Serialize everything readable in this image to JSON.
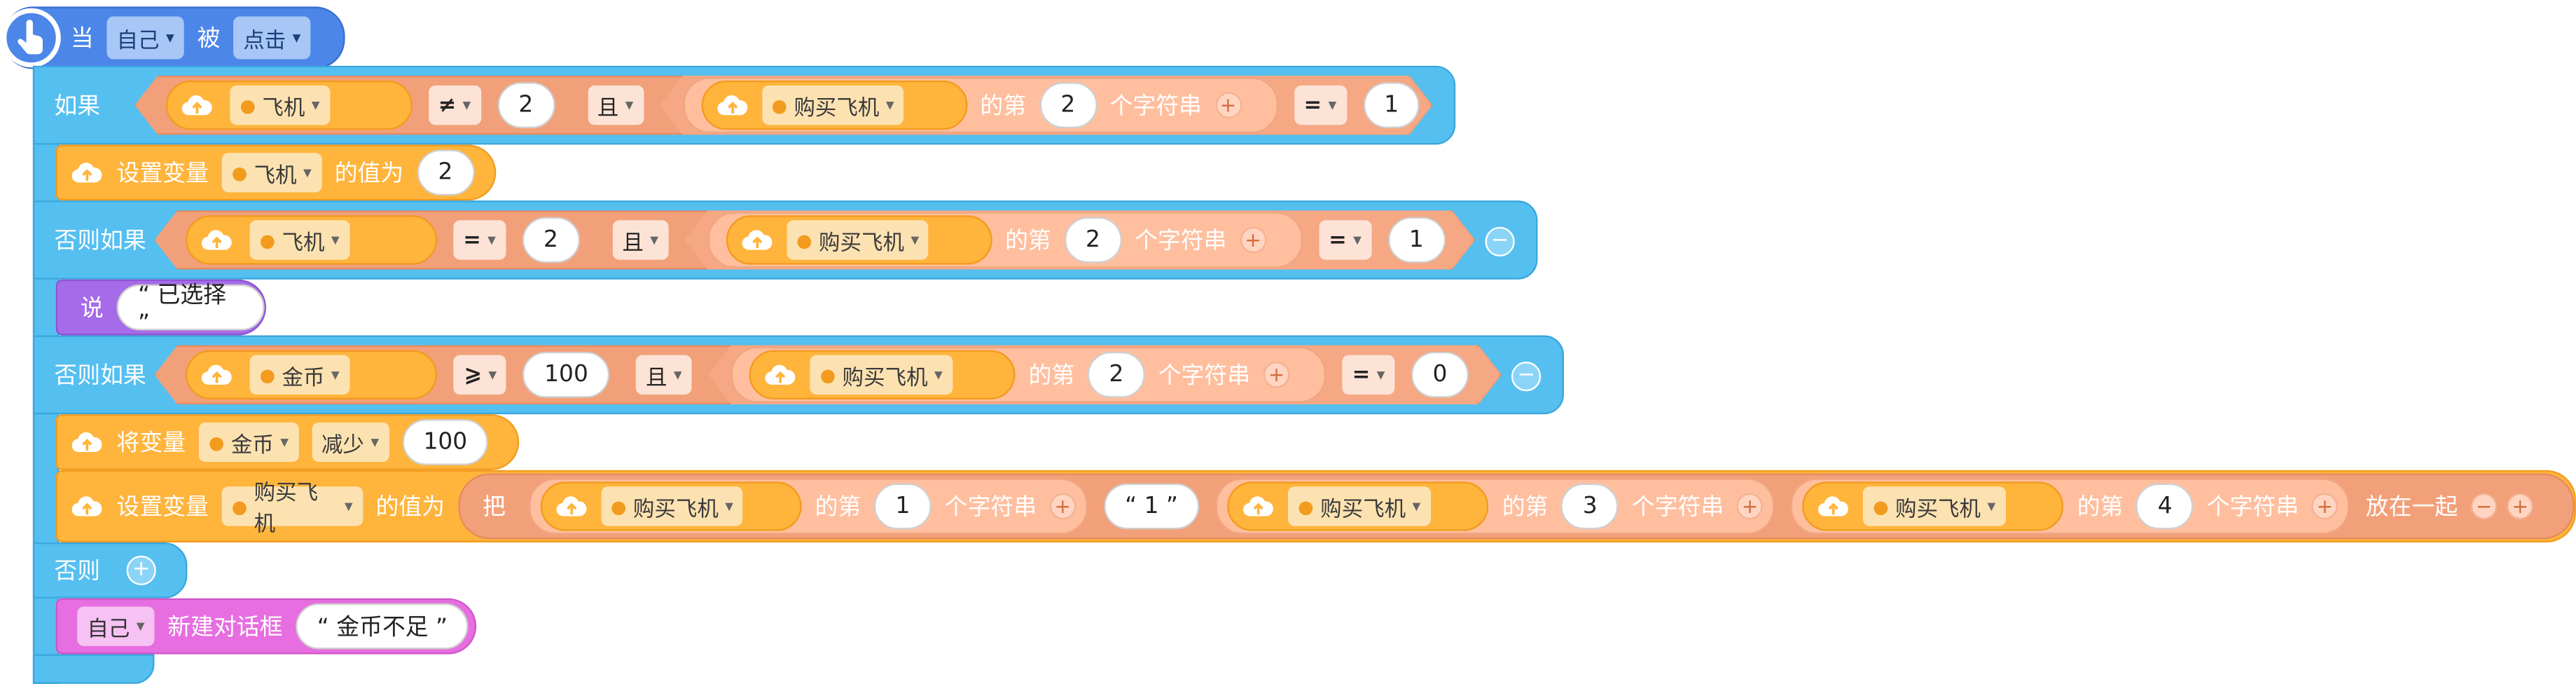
{
  "hat": {
    "when": "当",
    "target": "自己",
    "by": "被",
    "event": "点击"
  },
  "labels": {
    "if": "如果",
    "elif": "否则如果",
    "else": "否则",
    "and": "且",
    "nth": "的第",
    "char": "个字符串",
    "join_a": "把",
    "join_b": "放在一起",
    "set_var": "设置变量",
    "value_is": "的值为",
    "say": "说",
    "change_var": "将变量",
    "decrease": "减少",
    "new_dialog": "新建对话框"
  },
  "vars": {
    "plane": "飞机",
    "buy_plane": "购买飞机",
    "coins": "金币"
  },
  "ops": {
    "neq": "≠",
    "eq": "=",
    "gte": "⩾"
  },
  "values": {
    "two": "2",
    "one": "1",
    "zero": "0",
    "hundred": "100",
    "three": "3",
    "four": "4",
    "selected": "“ 已选择 ”",
    "quote1": "“ 1 ”",
    "no_coins": "“ 金币不足 ”"
  },
  "icons": {
    "hand": "hand-pointer-icon",
    "cloud": "cloud-variable-icon",
    "person": "person-icon"
  },
  "colors": {
    "event": "#4c86e8",
    "control": "#55bff0",
    "variable": "#ffb43c",
    "operator": "#f2a079",
    "looks": "#a66be8",
    "dialog": "#e66ee0"
  }
}
